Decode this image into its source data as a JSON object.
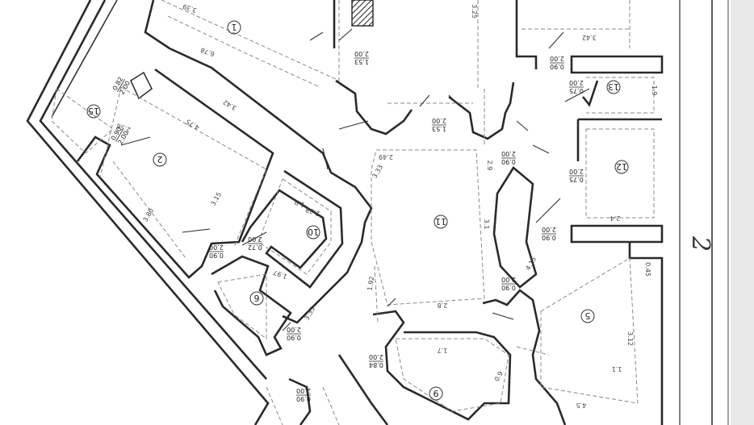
{
  "plan": {
    "rooms": [
      "1",
      "2",
      "10",
      "11",
      "6",
      "9",
      "5",
      "12",
      "13",
      "15"
    ],
    "door_labels": [
      {
        "top": "1.53",
        "bottom": "2.00"
      },
      {
        "top": "1.53",
        "bottom": "2.00"
      },
      {
        "top": "0.90",
        "bottom": "2.00"
      },
      {
        "top": "0.90",
        "bottom": "2.00"
      },
      {
        "top": "0.75",
        "bottom": "2.00"
      },
      {
        "top": "0.75",
        "bottom": "2.00"
      },
      {
        "top": "0.90",
        "bottom": "2.00"
      },
      {
        "top": "0.90",
        "bottom": "2.00"
      },
      {
        "top": "0.82",
        "bottom": "2.00"
      },
      {
        "top": "0.90",
        "bottom": "2.00"
      },
      {
        "top": "0.72",
        "bottom": "2.00"
      },
      {
        "top": "0.90",
        "bottom": "2.00"
      },
      {
        "top": "0.84",
        "bottom": "2.00"
      },
      {
        "top": "0.90",
        "bottom": "2.00"
      },
      {
        "top": "0.90",
        "bottom": "2.00"
      }
    ],
    "dimensions": [
      "3.39",
      "3.25",
      "3.42",
      "6.78",
      "3.42",
      "4.75",
      "2.56",
      "3.80",
      "3.15",
      "1.9",
      "1.97",
      "2.49",
      "3.33",
      "2.9",
      "3.1",
      "4.15",
      "2.8",
      "1.92",
      "3.35",
      "2.38",
      "1.1",
      "3.12",
      "4.5",
      "2.4",
      "1.9",
      "0.9",
      "1.7",
      "0.45"
    ],
    "axis_label": "2"
  }
}
